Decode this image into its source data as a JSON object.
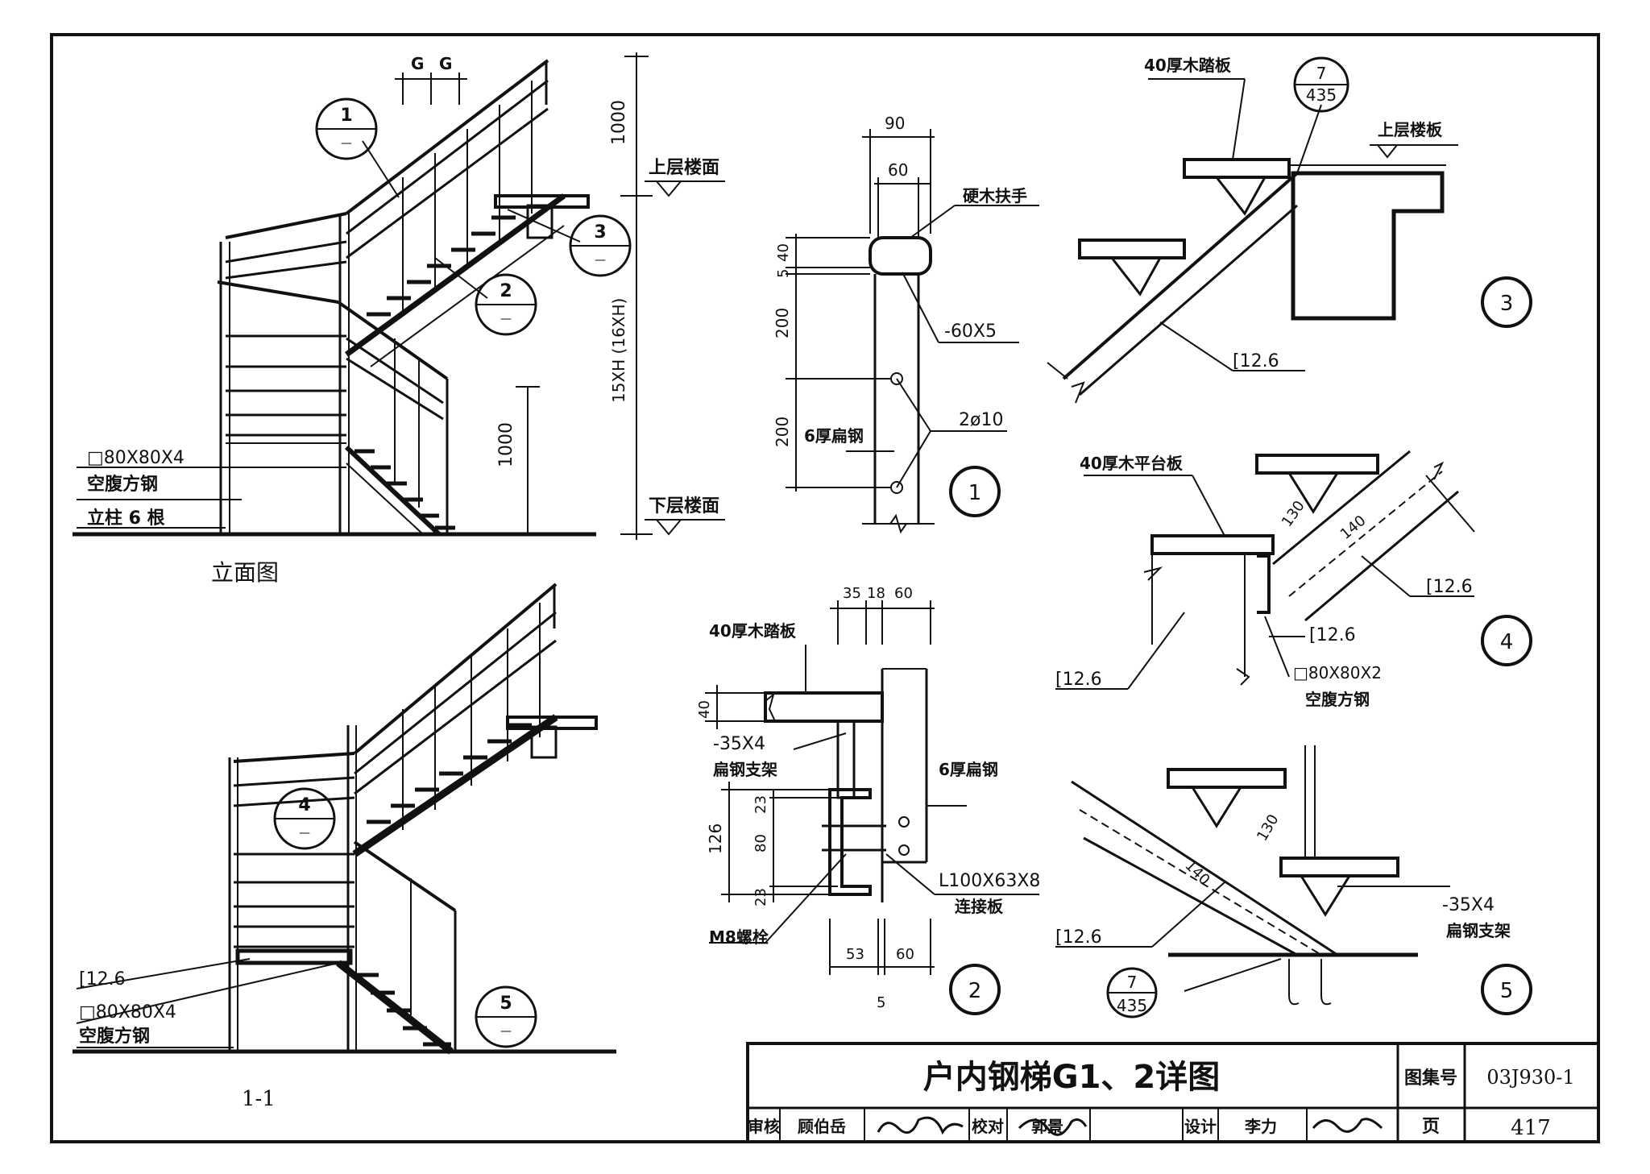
{
  "title_block": {
    "title": "户内钢梯G1、2详图",
    "atlas_label": "图集号",
    "atlas_no": "03J930-1",
    "page_label": "页",
    "page_no": "417",
    "review_label": "审核",
    "reviewer": "顾伯岳",
    "check_label": "校对",
    "checker": "郭景",
    "design_label": "设计",
    "designer": "李力"
  },
  "elevation": {
    "caption": "立面图",
    "dim_g1": "G",
    "dim_g2": "G",
    "dim_1000_top": "1000",
    "dim_15xh": "15XH  (16XH)",
    "dim_1000_mid": "1000",
    "upper_floor": "上层楼面",
    "lower_floor": "下层楼面",
    "post_size": "□80X80X4",
    "post_type": "空腹方钢",
    "post_count": "立柱 6 根",
    "callout1_num": "1",
    "callout1_ref": "—",
    "callout2_num": "2",
    "callout2_ref": "—",
    "callout3_num": "3",
    "callout3_ref": "—"
  },
  "section": {
    "caption": "1-1",
    "channel": "[12.6",
    "post_size": "□80X80X4",
    "post_type": "空腹方钢",
    "callout4_num": "4",
    "callout4_ref": "—",
    "callout5_num": "5",
    "callout5_ref": "—"
  },
  "detail1": {
    "num": "1",
    "dim_90": "90",
    "dim_60": "60",
    "dim_40": "40",
    "dim_5": "5",
    "dim_200a": "200",
    "dim_200b": "200",
    "handrail": "硬木扶手",
    "flat_bar": "-60X5",
    "bolts": "2ø10",
    "plate": "6厚扁钢"
  },
  "detail2": {
    "num": "2",
    "tread": "40厚木踏板",
    "dim_35": "35",
    "dim_18": "18",
    "dim_60a": "60",
    "dim_40": "40",
    "bracket_size": "-35X4",
    "bracket_type": "扁钢支架",
    "dim_126": "126",
    "dim_23a": "23",
    "dim_80": "80",
    "dim_23b": "23",
    "plate": "6厚扁钢",
    "angle": "L100X63X8",
    "connector": "连接板",
    "bolt": "M8螺栓",
    "dim_53": "53",
    "dim_60b": "60",
    "dim_5": "5"
  },
  "detail3": {
    "num": "3",
    "tread": "40厚木踏板",
    "ref_top": "7",
    "ref_bottom": "435",
    "upper_slab": "上层楼板",
    "channel": "[12.6"
  },
  "detail4": {
    "num": "4",
    "platform": "40厚木平台板",
    "dim_130": "130",
    "dim_140": "140",
    "channel_a": "[12.6",
    "channel_b": "[12.6",
    "channel_c": "[12.6",
    "post_size": "□80X80X2",
    "post_type": "空腹方钢"
  },
  "detail5": {
    "num": "5",
    "dim_140": "140",
    "dim_130": "130",
    "channel": "[12.6",
    "bracket_size": "-35X4",
    "bracket_type": "扁钢支架",
    "ref_top": "7",
    "ref_bottom": "435"
  }
}
